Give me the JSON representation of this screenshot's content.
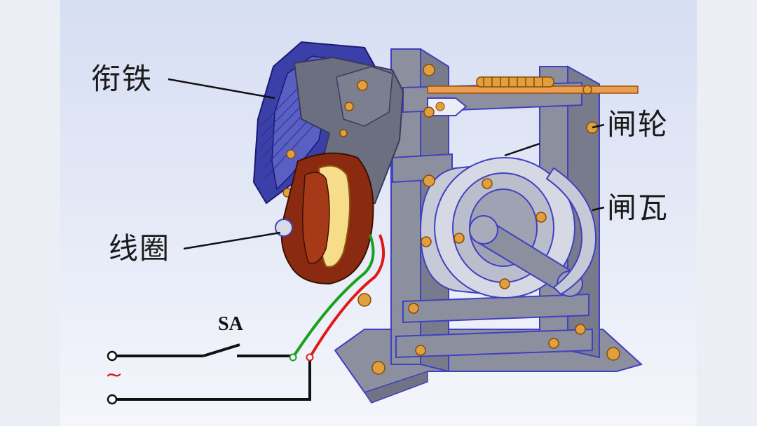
{
  "labels": {
    "armature": "衔铁",
    "coil": "线圈",
    "brake_wheel": "闸轮",
    "brake_shoe": "闸瓦",
    "switch": "SA",
    "ac_symbol": "~"
  },
  "colors": {
    "frame": "#8b8f9e",
    "armature": "#3b3fa8",
    "coil_housing": "#8a2a10",
    "coil_core": "#f7dc8a",
    "bolt": "#e0a040",
    "wire_green": "#1aa020",
    "wire_red": "#e01818",
    "wire_black": "#111111"
  }
}
